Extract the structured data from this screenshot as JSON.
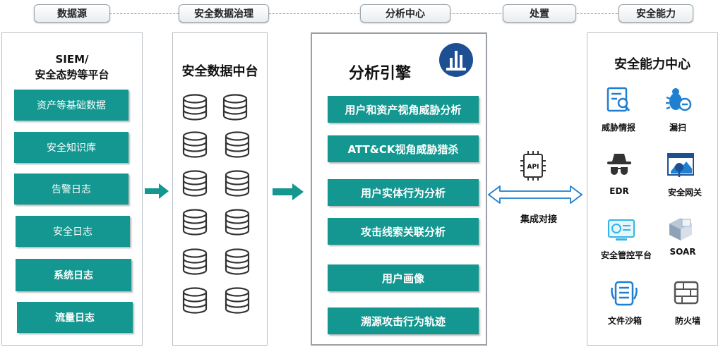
{
  "headers": {
    "sources": "数据源",
    "governance": "安全数据治理",
    "analysis": "分析中心",
    "disposal": "处置",
    "capability": "安全能力"
  },
  "sources_panel": {
    "title_line1": "SIEM/",
    "title_line2": "安全态势等平台",
    "items": [
      "资产等基础数据",
      "安全知识库",
      "告警日志",
      "安全日志",
      "系统日志",
      "流量日志"
    ]
  },
  "governance_panel": {
    "title": "安全数据中台"
  },
  "analysis_panel": {
    "title": "分析引擎",
    "items": [
      "用户和资产视角威胁分析",
      "ATT&CK视角威胁猎杀",
      "用户实体行为分析",
      "攻击线索关联分析",
      "用户画像",
      "溯源攻击行为轨迹"
    ]
  },
  "integration": {
    "api_label": "API",
    "label": "集成对接"
  },
  "capability_panel": {
    "title": "安全能力中心",
    "items": [
      {
        "label": "威胁情报",
        "icon": "threat-intel-icon"
      },
      {
        "label": "漏扫",
        "icon": "vuln-scan-icon"
      },
      {
        "label": "EDR",
        "icon": "edr-icon"
      },
      {
        "label": "安全网关",
        "icon": "security-gateway-icon"
      },
      {
        "label": "安全管控平台",
        "icon": "security-control-icon"
      },
      {
        "label": "SOAR",
        "icon": "soar-icon"
      },
      {
        "label": "文件沙箱",
        "icon": "file-sandbox-icon"
      },
      {
        "label": "防火墙",
        "icon": "firewall-icon"
      }
    ]
  },
  "colors": {
    "teal": "#139790",
    "icon_blue": "#1f7fd1",
    "dark_blue": "#1d4f93"
  }
}
